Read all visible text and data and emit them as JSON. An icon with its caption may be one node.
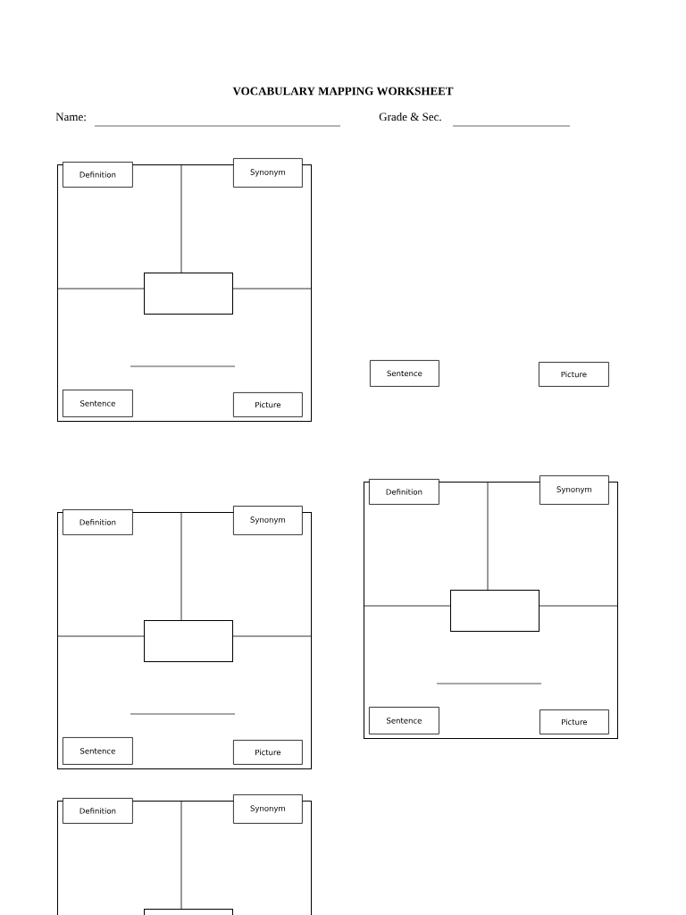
{
  "diagram": {
    "title": "VOCABULARY MAPPING WORKSHEET",
    "nodes": [
      {
        "text": [],
        "shape": "box"
      },
      {
        "text": [
          "Definition"
        ],
        "in": 0
      },
      {
        "text": [
          "Synonym"
        ],
        "in": 0
      },
      {
        "text": [],
        "shape": "box",
        "in": 0
      },
      {
        "text": [
          "Sentence"
        ],
        "in": 0
      },
      {
        "text": [
          "Picture"
        ],
        "in": 0
      },
      {
        "text": [
          "Sentence"
        ]
      },
      {
        "text": [
          "Picture"
        ]
      },
      {
        "text": [],
        "shape": "box"
      },
      {
        "text": [
          "Definition"
        ],
        "in": 8
      },
      {
        "text": [
          "Synonym"
        ],
        "in": 8
      },
      {
        "text": [],
        "shape": "box",
        "in": 8
      },
      {
        "text": [
          "Sentence"
        ],
        "in": 8
      },
      {
        "text": [
          "Picture"
        ],
        "in": 8
      },
      {
        "text": [],
        "shape": "box"
      },
      {
        "text": [
          "Definition"
        ],
        "in": 14
      },
      {
        "text": [
          "Synonym"
        ],
        "in": 14
      },
      {
        "text": [],
        "shape": "box",
        "in": 14
      },
      {
        "text": [
          "Sentence"
        ],
        "in": 14
      },
      {
        "text": [
          "Picture"
        ],
        "in": 14
      },
      {
        "text": [],
        "shape": "box"
      },
      {
        "text": [
          "Definition"
        ],
        "in": 20
      },
      {
        "text": [
          "Synonym"
        ],
        "in": 20
      },
      {
        "text": [],
        "shape": "box",
        "in": 20
      }
    ],
    "edges": [
      {
        "from": 0,
        "to": 3,
        "arrow": "none"
      },
      {
        "from": 0,
        "to": 3,
        "arrow": "none"
      },
      {
        "from": 3,
        "to": 0,
        "arrow": "none"
      },
      {
        "from": 8,
        "to": 11,
        "arrow": "none"
      },
      {
        "from": 8,
        "to": 11,
        "arrow": "none"
      },
      {
        "from": 11,
        "to": 8,
        "arrow": "none"
      },
      {
        "from": 14,
        "to": 17,
        "arrow": "none"
      },
      {
        "from": 14,
        "to": 17,
        "arrow": "none"
      },
      {
        "from": 17,
        "to": 14,
        "arrow": "none"
      },
      {
        "from": 20,
        "to": 23,
        "arrow": "none"
      }
    ],
    "labels": [
      "Name:",
      "Grade & Sec."
    ]
  }
}
